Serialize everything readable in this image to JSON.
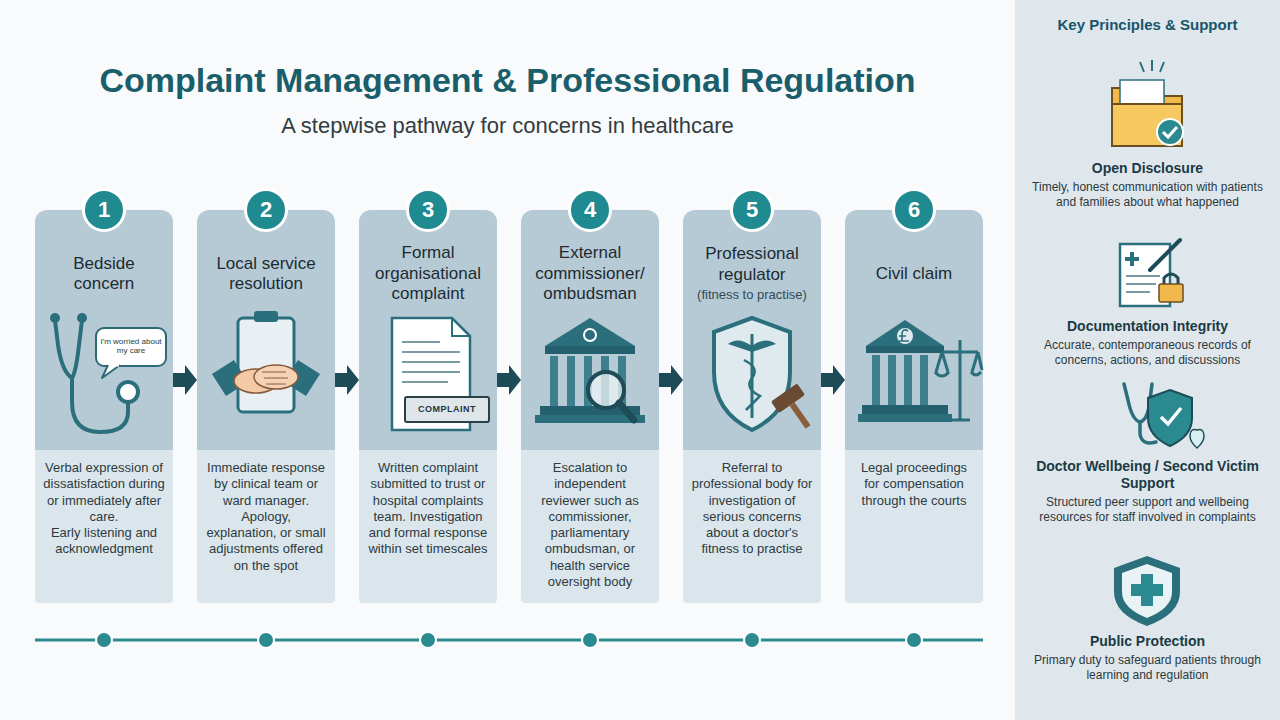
{
  "diagram": {
    "title": "Complaint Management & Professional Regulation",
    "caption": "A stepwise pathway for concerns in healthcare",
    "nodes": [
      {
        "text": [
          "Bedside concern",
          "Verbal expression of dissatisfaction during or immediately after care.",
          "Early listening and acknowledgment"
        ]
      },
      {
        "text": [
          "1"
        ],
        "in": 0
      },
      {
        "text": [
          "Local service resolution",
          "Immediate response by clinical team or ward manager.",
          "Apology, explanation, or small adjustments offered on the spot"
        ]
      },
      {
        "text": [
          "2"
        ],
        "in": 2
      },
      {
        "text": [
          "Formal organisational complaint",
          "Written complaint submitted to trust or hospital complaints team. Investigation and formal response within set timescales"
        ]
      },
      {
        "text": [
          "3"
        ],
        "in": 4
      },
      {
        "text": [
          "External commissioner/ ombudsman",
          "Escalation to independent reviewer such as commissioner, parliamentary ombudsman, or health service oversight body"
        ]
      },
      {
        "text": [
          "4"
        ],
        "in": 6
      },
      {
        "text": [
          "Professional regulator",
          "(fitness to practise)",
          "Referral to professional body for investigation of serious concerns about a doctor's fitness to practise"
        ]
      },
      {
        "text": [
          "5"
        ],
        "in": 8
      },
      {
        "text": [
          "Civil claim",
          "Legal proceedings for compensation through the courts"
        ]
      },
      {
        "text": [
          "6"
        ],
        "in": 10
      },
      {
        "text": [
          "Key Principles & Support"
        ]
      },
      {
        "text": [
          "Open Disclosure",
          "Timely, honest communication with patients and families about what happened"
        ],
        "in": 12
      },
      {
        "text": [
          "Documentation Integrity",
          "Accurate, contemporaneous records of concerns, actions, and discussions"
        ],
        "in": 12
      },
      {
        "text": [
          "Doctor Wellbeing / Second Victim Support",
          "Structured peer support and wellbeing resources for staff involved in complaints"
        ],
        "in": 12
      },
      {
        "text": [
          "Public Protection",
          "Primary duty to safeguard patients through learning and regulation"
        ],
        "in": 12
      }
    ],
    "edges": [
      {
        "from": 0,
        "to": 2,
        "arrow": "to"
      },
      {
        "from": 2,
        "to": 4,
        "arrow": "to"
      },
      {
        "from": 4,
        "to": 6,
        "arrow": "to"
      },
      {
        "from": 6,
        "to": 8,
        "arrow": "to"
      },
      {
        "from": 8,
        "to": 10,
        "arrow": "to"
      }
    ],
    "labels": [
      "I'm worried about my care",
      "COMPLAINT"
    ]
  }
}
